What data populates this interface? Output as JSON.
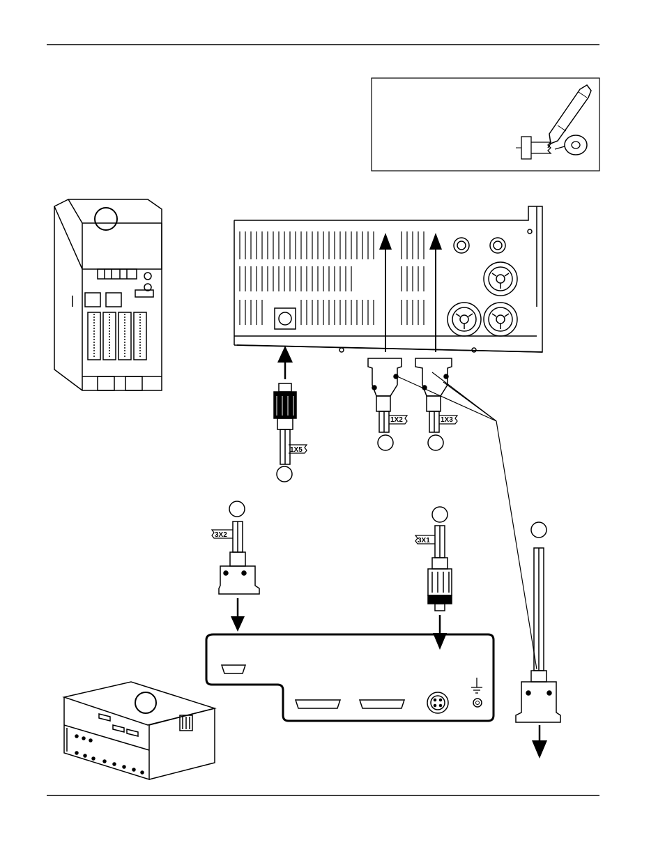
{
  "cable_tags": {
    "power_supply_1x5": "1X5",
    "power_supply_1x2": "1X2",
    "power_supply_1x3": "1X3",
    "console_3x2": "3X2",
    "console_3x1": "3X1"
  },
  "icons": [
    "pen-icon",
    "tape-roll-icon",
    "labeled-cable-icon",
    "ground-symbol-icon"
  ],
  "colors": {
    "line": "#000000",
    "background": "#ffffff"
  }
}
